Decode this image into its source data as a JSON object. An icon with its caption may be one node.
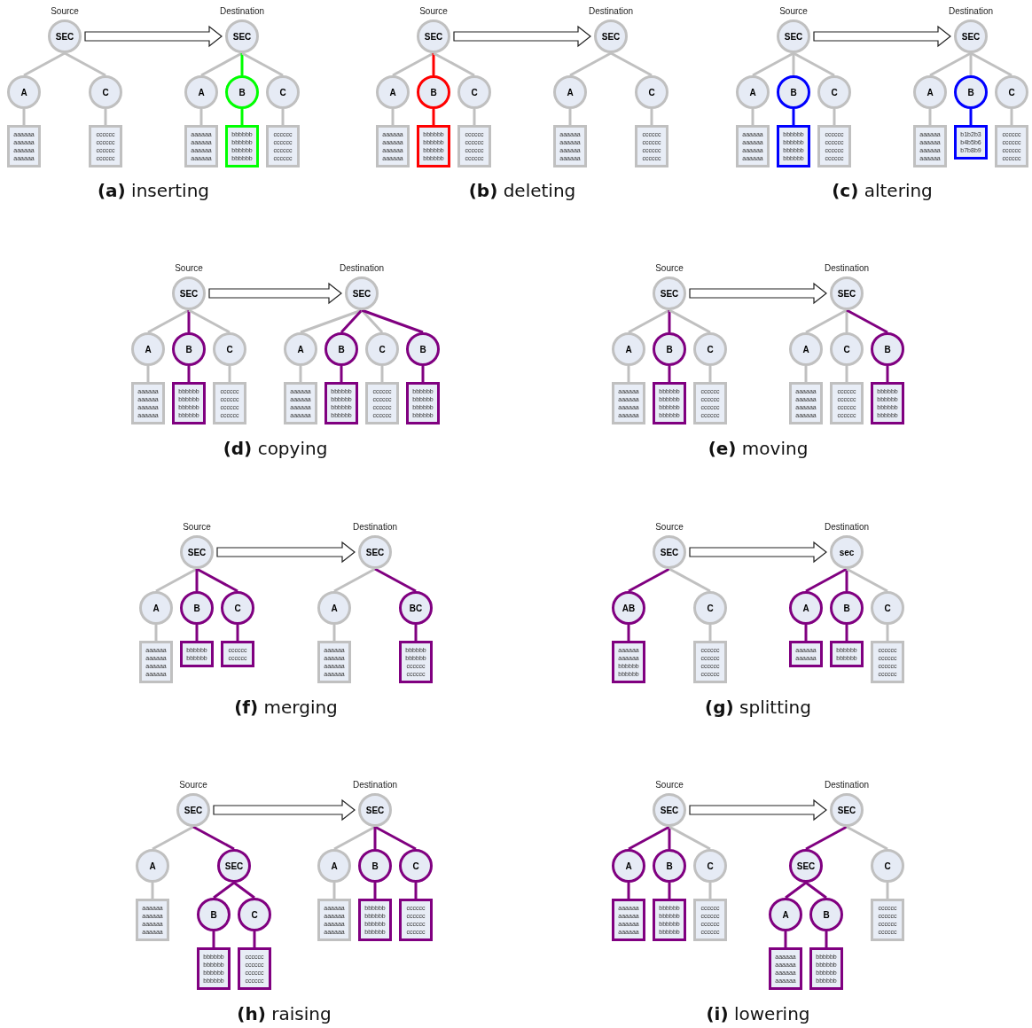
{
  "diagram": {
    "nodes": [
      {
        "text": [
          "SEC"
        ]
      },
      {
        "text": [
          "A"
        ]
      },
      {
        "text": [
          "C"
        ]
      },
      {
        "text": [
          "aaaaaa aaaaaa aaaaaa aaaaaa"
        ]
      },
      {
        "text": [
          "cccccc cccccc cccccc cccccc"
        ]
      },
      {
        "text": [
          "SEC"
        ]
      },
      {
        "text": [
          "A"
        ]
      },
      {
        "text": [
          "B"
        ]
      },
      {
        "text": [
          "C"
        ]
      },
      {
        "text": [
          "aaaaaa aaaaaa aaaaaa aaaaaa"
        ]
      },
      {
        "text": [
          "bbbbbb bbbbbb bbbbbb bbbbbb"
        ]
      },
      {
        "text": [
          "cccccc cccccc cccccc cccccc"
        ]
      },
      {
        "text": [
          "SEC"
        ]
      },
      {
        "text": [
          "A"
        ]
      },
      {
        "text": [
          "B"
        ]
      },
      {
        "text": [
          "C"
        ]
      },
      {
        "text": [
          "aaaaaa aaaaaa aaaaaa aaaaaa"
        ]
      },
      {
        "text": [
          "bbbbbb bbbbbb bbbbbb bbbbbb"
        ]
      },
      {
        "text": [
          "cccccc cccccc cccccc cccccc"
        ]
      },
      {
        "text": [
          "SEC"
        ]
      },
      {
        "text": [
          "A"
        ]
      },
      {
        "text": [
          "C"
        ]
      },
      {
        "text": [
          "aaaaaa aaaaaa aaaaaa aaaaaa"
        ]
      },
      {
        "text": [
          "cccccc cccccc cccccc cccccc"
        ]
      },
      {
        "text": [
          "SEC"
        ]
      },
      {
        "text": [
          "A"
        ]
      },
      {
        "text": [
          "B"
        ]
      },
      {
        "text": [
          "C"
        ]
      },
      {
        "text": [
          "aaaaaa aaaaaa aaaaaa aaaaaa"
        ]
      },
      {
        "text": [
          "bbbbbb bbbbbb bbbbbb bbbbbb"
        ]
      },
      {
        "text": [
          "cccccc cccccc cccccc cccccc"
        ]
      },
      {
        "text": [
          "SEC"
        ]
      },
      {
        "text": [
          "A"
        ]
      },
      {
        "text": [
          "B"
        ]
      },
      {
        "text": [
          "C"
        ]
      },
      {
        "text": [
          "aaaaaa aaaaaa aaaaaa aaaaaa"
        ]
      },
      {
        "text": [
          "b1b2b3 b4b5b6 b7b8b9"
        ]
      },
      {
        "text": [
          "cccccc cccccc cccccc cccccc"
        ]
      },
      {
        "text": [
          "SEC"
        ]
      },
      {
        "text": [
          "A"
        ]
      },
      {
        "text": [
          "B"
        ]
      },
      {
        "text": [
          "C"
        ]
      },
      {
        "text": [
          "aaaaaa aaaaaa aaaaaa aaaaaa"
        ]
      },
      {
        "text": [
          "bbbbbb bbbbbb bbbbbb bbbbbb"
        ]
      },
      {
        "text": [
          "cccccc cccccc cccccc cccccc"
        ]
      },
      {
        "text": [
          "SEC"
        ]
      },
      {
        "text": [
          "A"
        ]
      },
      {
        "text": [
          "B"
        ]
      },
      {
        "text": [
          "C"
        ]
      },
      {
        "text": [
          "B"
        ]
      },
      {
        "text": [
          "aaaaaa aaaaaa aaaaaa aaaaaa"
        ]
      },
      {
        "text": [
          "bbbbbb bbbbbb bbbbbb bbbbbb"
        ]
      },
      {
        "text": [
          "cccccc cccccc cccccc cccccc"
        ]
      },
      {
        "text": [
          "bbbbbb bbbbbb bbbbbb bbbbbb"
        ]
      },
      {
        "text": [
          "SEC"
        ]
      },
      {
        "text": [
          "A"
        ]
      },
      {
        "text": [
          "B"
        ]
      },
      {
        "text": [
          "C"
        ]
      },
      {
        "text": [
          "aaaaaa aaaaaa aaaaaa aaaaaa"
        ]
      },
      {
        "text": [
          "bbbbbb bbbbbb bbbbbb bbbbbb"
        ]
      },
      {
        "text": [
          "cccccc cccccc cccccc cccccc"
        ]
      },
      {
        "text": [
          "SEC"
        ]
      },
      {
        "text": [
          "A"
        ]
      },
      {
        "text": [
          "C"
        ]
      },
      {
        "text": [
          "B"
        ]
      },
      {
        "text": [
          "aaaaaa aaaaaa aaaaaa aaaaaa"
        ]
      },
      {
        "text": [
          "cccccc cccccc cccccc cccccc"
        ]
      },
      {
        "text": [
          "bbbbbb bbbbbb bbbbbb bbbbbb"
        ]
      },
      {
        "text": [
          "SEC"
        ]
      },
      {
        "text": [
          "A"
        ]
      },
      {
        "text": [
          "B"
        ]
      },
      {
        "text": [
          "C"
        ]
      },
      {
        "text": [
          "aaaaaa aaaaaa aaaaaa aaaaaa"
        ]
      },
      {
        "text": [
          "bbbbbb bbbbbb"
        ]
      },
      {
        "text": [
          "cccccc cccccc"
        ]
      },
      {
        "text": [
          "SEC"
        ]
      },
      {
        "text": [
          "A"
        ]
      },
      {
        "text": [
          "BC"
        ]
      },
      {
        "text": [
          "aaaaaa aaaaaa aaaaaa aaaaaa"
        ]
      },
      {
        "text": [
          "bbbbbb bbbbbb cccccc cccccc"
        ]
      },
      {
        "text": [
          "SEC"
        ]
      },
      {
        "text": [
          "AB"
        ]
      },
      {
        "text": [
          "C"
        ]
      },
      {
        "text": [
          "aaaaaa aaaaaa bbbbbb bbbbbb"
        ]
      },
      {
        "text": [
          "cccccc cccccc cccccc cccccc"
        ]
      },
      {
        "text": [
          "sec"
        ]
      },
      {
        "text": [
          "A"
        ]
      },
      {
        "text": [
          "B"
        ]
      },
      {
        "text": [
          "C"
        ]
      },
      {
        "text": [
          "aaaaaa aaaaaa"
        ]
      },
      {
        "text": [
          "bbbbbb bbbbbb"
        ]
      },
      {
        "text": [
          "cccccc cccccc cccccc cccccc"
        ]
      },
      {
        "text": [
          "SEC"
        ]
      },
      {
        "text": [
          "A"
        ]
      },
      {
        "text": [
          "SEC"
        ]
      },
      {
        "text": [
          "aaaaaa aaaaaa aaaaaa aaaaaa"
        ]
      },
      {
        "text": [
          "B"
        ]
      },
      {
        "text": [
          "C"
        ]
      },
      {
        "text": [
          "bbbbbb bbbbbb bbbbbb bbbbbb"
        ]
      },
      {
        "text": [
          "cccccc cccccc cccccc cccccc"
        ]
      },
      {
        "text": [
          "SEC"
        ]
      },
      {
        "text": [
          "A"
        ]
      },
      {
        "text": [
          "B"
        ]
      },
      {
        "text": [
          "C"
        ]
      },
      {
        "text": [
          "aaaaaa aaaaaa aaaaaa aaaaaa"
        ]
      },
      {
        "text": [
          "bbbbbb bbbbbb bbbbbb bbbbbb"
        ]
      },
      {
        "text": [
          "cccccc cccccc cccccc cccccc"
        ]
      },
      {
        "text": [
          "SEC"
        ]
      },
      {
        "text": [
          "A"
        ]
      },
      {
        "text": [
          "B"
        ]
      },
      {
        "text": [
          "C"
        ]
      },
      {
        "text": [
          "aaaaaa aaaaaa aaaaaa aaaaaa"
        ]
      },
      {
        "text": [
          "bbbbbb bbbbbb bbbbbb bbbbbb"
        ]
      },
      {
        "text": [
          "cccccc cccccc cccccc cccccc"
        ]
      },
      {
        "text": [
          "SEC"
        ]
      },
      {
        "text": [
          "SEC"
        ]
      },
      {
        "text": [
          "C"
        ]
      },
      {
        "text": [
          "A"
        ]
      },
      {
        "text": [
          "B"
        ]
      },
      {
        "text": [
          "cccccc cccccc cccccc cccccc"
        ]
      },
      {
        "text": [
          "aaaaaa aaaaaa aaaaaa aaaaaa"
        ]
      },
      {
        "text": [
          "bbbbbb bbbbbb bbbbbb bbbbbb"
        ]
      }
    ],
    "edges": [
      {
        "from": 0,
        "to": 1,
        "arrow": "none"
      },
      {
        "from": 0,
        "to": 2,
        "arrow": "none"
      },
      {
        "from": 1,
        "to": 3,
        "arrow": "none"
      },
      {
        "from": 2,
        "to": 4,
        "arrow": "none"
      },
      {
        "from": 0,
        "to": 5,
        "arrow": "to",
        "style": "thick"
      },
      {
        "from": 5,
        "to": 6,
        "arrow": "none"
      },
      {
        "from": 5,
        "to": 7,
        "arrow": "none",
        "color": "#00ff00"
      },
      {
        "from": 5,
        "to": 8,
        "arrow": "none"
      },
      {
        "from": 6,
        "to": 9,
        "arrow": "none"
      },
      {
        "from": 7,
        "to": 10,
        "arrow": "none",
        "color": "#00ff00"
      },
      {
        "from": 8,
        "to": 11,
        "arrow": "none"
      },
      {
        "from": 12,
        "to": 13,
        "arrow": "none"
      },
      {
        "from": 12,
        "to": 14,
        "arrow": "none",
        "color": "#ff0000"
      },
      {
        "from": 12,
        "to": 15,
        "arrow": "none"
      },
      {
        "from": 13,
        "to": 16,
        "arrow": "none"
      },
      {
        "from": 14,
        "to": 17,
        "arrow": "none",
        "color": "#ff0000"
      },
      {
        "from": 15,
        "to": 18,
        "arrow": "none"
      },
      {
        "from": 12,
        "to": 19,
        "arrow": "to",
        "style": "thick"
      },
      {
        "from": 19,
        "to": 20,
        "arrow": "none"
      },
      {
        "from": 19,
        "to": 21,
        "arrow": "none"
      },
      {
        "from": 20,
        "to": 22,
        "arrow": "none"
      },
      {
        "from": 21,
        "to": 23,
        "arrow": "none"
      },
      {
        "from": 24,
        "to": 25,
        "arrow": "none"
      },
      {
        "from": 24,
        "to": 26,
        "arrow": "none"
      },
      {
        "from": 24,
        "to": 27,
        "arrow": "none"
      },
      {
        "from": 25,
        "to": 28,
        "arrow": "none"
      },
      {
        "from": 26,
        "to": 29,
        "arrow": "none",
        "color": "#0000ff"
      },
      {
        "from": 27,
        "to": 30,
        "arrow": "none"
      },
      {
        "from": 24,
        "to": 31,
        "arrow": "to",
        "style": "thick"
      },
      {
        "from": 31,
        "to": 32,
        "arrow": "none"
      },
      {
        "from": 31,
        "to": 33,
        "arrow": "none"
      },
      {
        "from": 31,
        "to": 34,
        "arrow": "none"
      },
      {
        "from": 32,
        "to": 35,
        "arrow": "none"
      },
      {
        "from": 33,
        "to": 36,
        "arrow": "none",
        "color": "#0000ff"
      },
      {
        "from": 34,
        "to": 37,
        "arrow": "none"
      },
      {
        "from": 38,
        "to": 39,
        "arrow": "none"
      },
      {
        "from": 38,
        "to": 40,
        "arrow": "none",
        "color": "#800080"
      },
      {
        "from": 38,
        "to": 41,
        "arrow": "none"
      },
      {
        "from": 39,
        "to": 42,
        "arrow": "none"
      },
      {
        "from": 40,
        "to": 43,
        "arrow": "none",
        "color": "#800080"
      },
      {
        "from": 41,
        "to": 44,
        "arrow": "none"
      },
      {
        "from": 38,
        "to": 45,
        "arrow": "to",
        "style": "thick"
      },
      {
        "from": 45,
        "to": 46,
        "arrow": "none"
      },
      {
        "from": 45,
        "to": 47,
        "arrow": "none",
        "color": "#800080"
      },
      {
        "from": 45,
        "to": 48,
        "arrow": "none"
      },
      {
        "from": 45,
        "to": 49,
        "arrow": "none",
        "color": "#800080"
      },
      {
        "from": 46,
        "to": 50,
        "arrow": "none"
      },
      {
        "from": 47,
        "to": 51,
        "arrow": "none",
        "color": "#800080"
      },
      {
        "from": 48,
        "to": 52,
        "arrow": "none"
      },
      {
        "from": 49,
        "to": 53,
        "arrow": "none",
        "color": "#800080"
      },
      {
        "from": 54,
        "to": 55,
        "arrow": "none"
      },
      {
        "from": 54,
        "to": 56,
        "arrow": "none",
        "color": "#800080"
      },
      {
        "from": 54,
        "to": 57,
        "arrow": "none"
      },
      {
        "from": 55,
        "to": 58,
        "arrow": "none"
      },
      {
        "from": 56,
        "to": 59,
        "arrow": "none",
        "color": "#800080"
      },
      {
        "from": 57,
        "to": 60,
        "arrow": "none"
      },
      {
        "from": 54,
        "to": 61,
        "arrow": "to",
        "style": "thick"
      },
      {
        "from": 61,
        "to": 62,
        "arrow": "none"
      },
      {
        "from": 61,
        "to": 63,
        "arrow": "none"
      },
      {
        "from": 61,
        "to": 64,
        "arrow": "none",
        "color": "#800080"
      },
      {
        "from": 62,
        "to": 65,
        "arrow": "none"
      },
      {
        "from": 63,
        "to": 66,
        "arrow": "none"
      },
      {
        "from": 64,
        "to": 67,
        "arrow": "none",
        "color": "#800080"
      },
      {
        "from": 68,
        "to": 69,
        "arrow": "none"
      },
      {
        "from": 68,
        "to": 70,
        "arrow": "none",
        "color": "#800080"
      },
      {
        "from": 68,
        "to": 71,
        "arrow": "none",
        "color": "#800080"
      },
      {
        "from": 69,
        "to": 72,
        "arrow": "none"
      },
      {
        "from": 70,
        "to": 73,
        "arrow": "none",
        "color": "#800080"
      },
      {
        "from": 71,
        "to": 74,
        "arrow": "none",
        "color": "#800080"
      },
      {
        "from": 68,
        "to": 75,
        "arrow": "to",
        "style": "thick"
      },
      {
        "from": 75,
        "to": 76,
        "arrow": "none"
      },
      {
        "from": 75,
        "to": 77,
        "arrow": "none",
        "color": "#800080"
      },
      {
        "from": 76,
        "to": 78,
        "arrow": "none"
      },
      {
        "from": 77,
        "to": 79,
        "arrow": "none",
        "color": "#800080"
      },
      {
        "from": 80,
        "to": 81,
        "arrow": "none",
        "color": "#800080"
      },
      {
        "from": 80,
        "to": 82,
        "arrow": "none"
      },
      {
        "from": 81,
        "to": 83,
        "arrow": "none",
        "color": "#800080"
      },
      {
        "from": 82,
        "to": 84,
        "arrow": "none"
      },
      {
        "from": 80,
        "to": 85,
        "arrow": "to",
        "style": "thick"
      },
      {
        "from": 85,
        "to": 86,
        "arrow": "none",
        "color": "#800080"
      },
      {
        "from": 85,
        "to": 87,
        "arrow": "none",
        "color": "#800080"
      },
      {
        "from": 85,
        "to": 88,
        "arrow": "none"
      },
      {
        "from": 86,
        "to": 89,
        "arrow": "none",
        "color": "#800080"
      },
      {
        "from": 87,
        "to": 90,
        "arrow": "none",
        "color": "#800080"
      },
      {
        "from": 88,
        "to": 91,
        "arrow": "none"
      },
      {
        "from": 92,
        "to": 93,
        "arrow": "none"
      },
      {
        "from": 92,
        "to": 94,
        "arrow": "none",
        "color": "#800080"
      },
      {
        "from": 93,
        "to": 95,
        "arrow": "none"
      },
      {
        "from": 94,
        "to": 96,
        "arrow": "none",
        "color": "#800080"
      },
      {
        "from": 94,
        "to": 97,
        "arrow": "none",
        "color": "#800080"
      },
      {
        "from": 96,
        "to": 98,
        "arrow": "none",
        "color": "#800080"
      },
      {
        "from": 97,
        "to": 99,
        "arrow": "none",
        "color": "#800080"
      },
      {
        "from": 92,
        "to": 100,
        "arrow": "to",
        "style": "thick"
      },
      {
        "from": 100,
        "to": 101,
        "arrow": "none"
      },
      {
        "from": 100,
        "to": 102,
        "arrow": "none",
        "color": "#800080"
      },
      {
        "from": 100,
        "to": 103,
        "arrow": "none",
        "color": "#800080"
      },
      {
        "from": 101,
        "to": 104,
        "arrow": "none"
      },
      {
        "from": 102,
        "to": 105,
        "arrow": "none",
        "color": "#800080"
      },
      {
        "from": 103,
        "to": 106,
        "arrow": "none",
        "color": "#800080"
      },
      {
        "from": 107,
        "to": 108,
        "arrow": "none",
        "color": "#800080"
      },
      {
        "from": 107,
        "to": 109,
        "arrow": "none",
        "color": "#800080"
      },
      {
        "from": 107,
        "to": 110,
        "arrow": "none"
      },
      {
        "from": 108,
        "to": 111,
        "arrow": "none",
        "color": "#800080"
      },
      {
        "from": 109,
        "to": 112,
        "arrow": "none",
        "color": "#800080"
      },
      {
        "from": 110,
        "to": 113,
        "arrow": "none"
      },
      {
        "from": 107,
        "to": 114,
        "arrow": "to",
        "style": "thick"
      },
      {
        "from": 114,
        "to": 115,
        "arrow": "none",
        "color": "#800080"
      },
      {
        "from": 114,
        "to": 116,
        "arrow": "none"
      },
      {
        "from": 115,
        "to": 117,
        "arrow": "none",
        "color": "#800080"
      },
      {
        "from": 115,
        "to": 118,
        "arrow": "none",
        "color": "#800080"
      },
      {
        "from": 116,
        "to": 119,
        "arrow": "none"
      },
      {
        "from": 117,
        "to": 120,
        "arrow": "none",
        "color": "#800080"
      },
      {
        "from": 118,
        "to": 121,
        "arrow": "none",
        "color": "#800080"
      }
    ],
    "labels": [
      "Source",
      "Destination",
      "**(a)** inserting",
      "Source",
      "Destination",
      "**(b)** deleting",
      "Source",
      "Destination",
      "**(c)** altering",
      "Source",
      "Destination",
      "**(d)** copying",
      "Source",
      "Destination",
      "**(e)** moving",
      "Source",
      "Destination",
      "**(f)** merging",
      "Source",
      "Destination",
      "**(g)** splitting",
      "Source",
      "Destination",
      "**(h)** raising",
      "Source",
      "Destination",
      "**(i)** lowering"
    ]
  }
}
